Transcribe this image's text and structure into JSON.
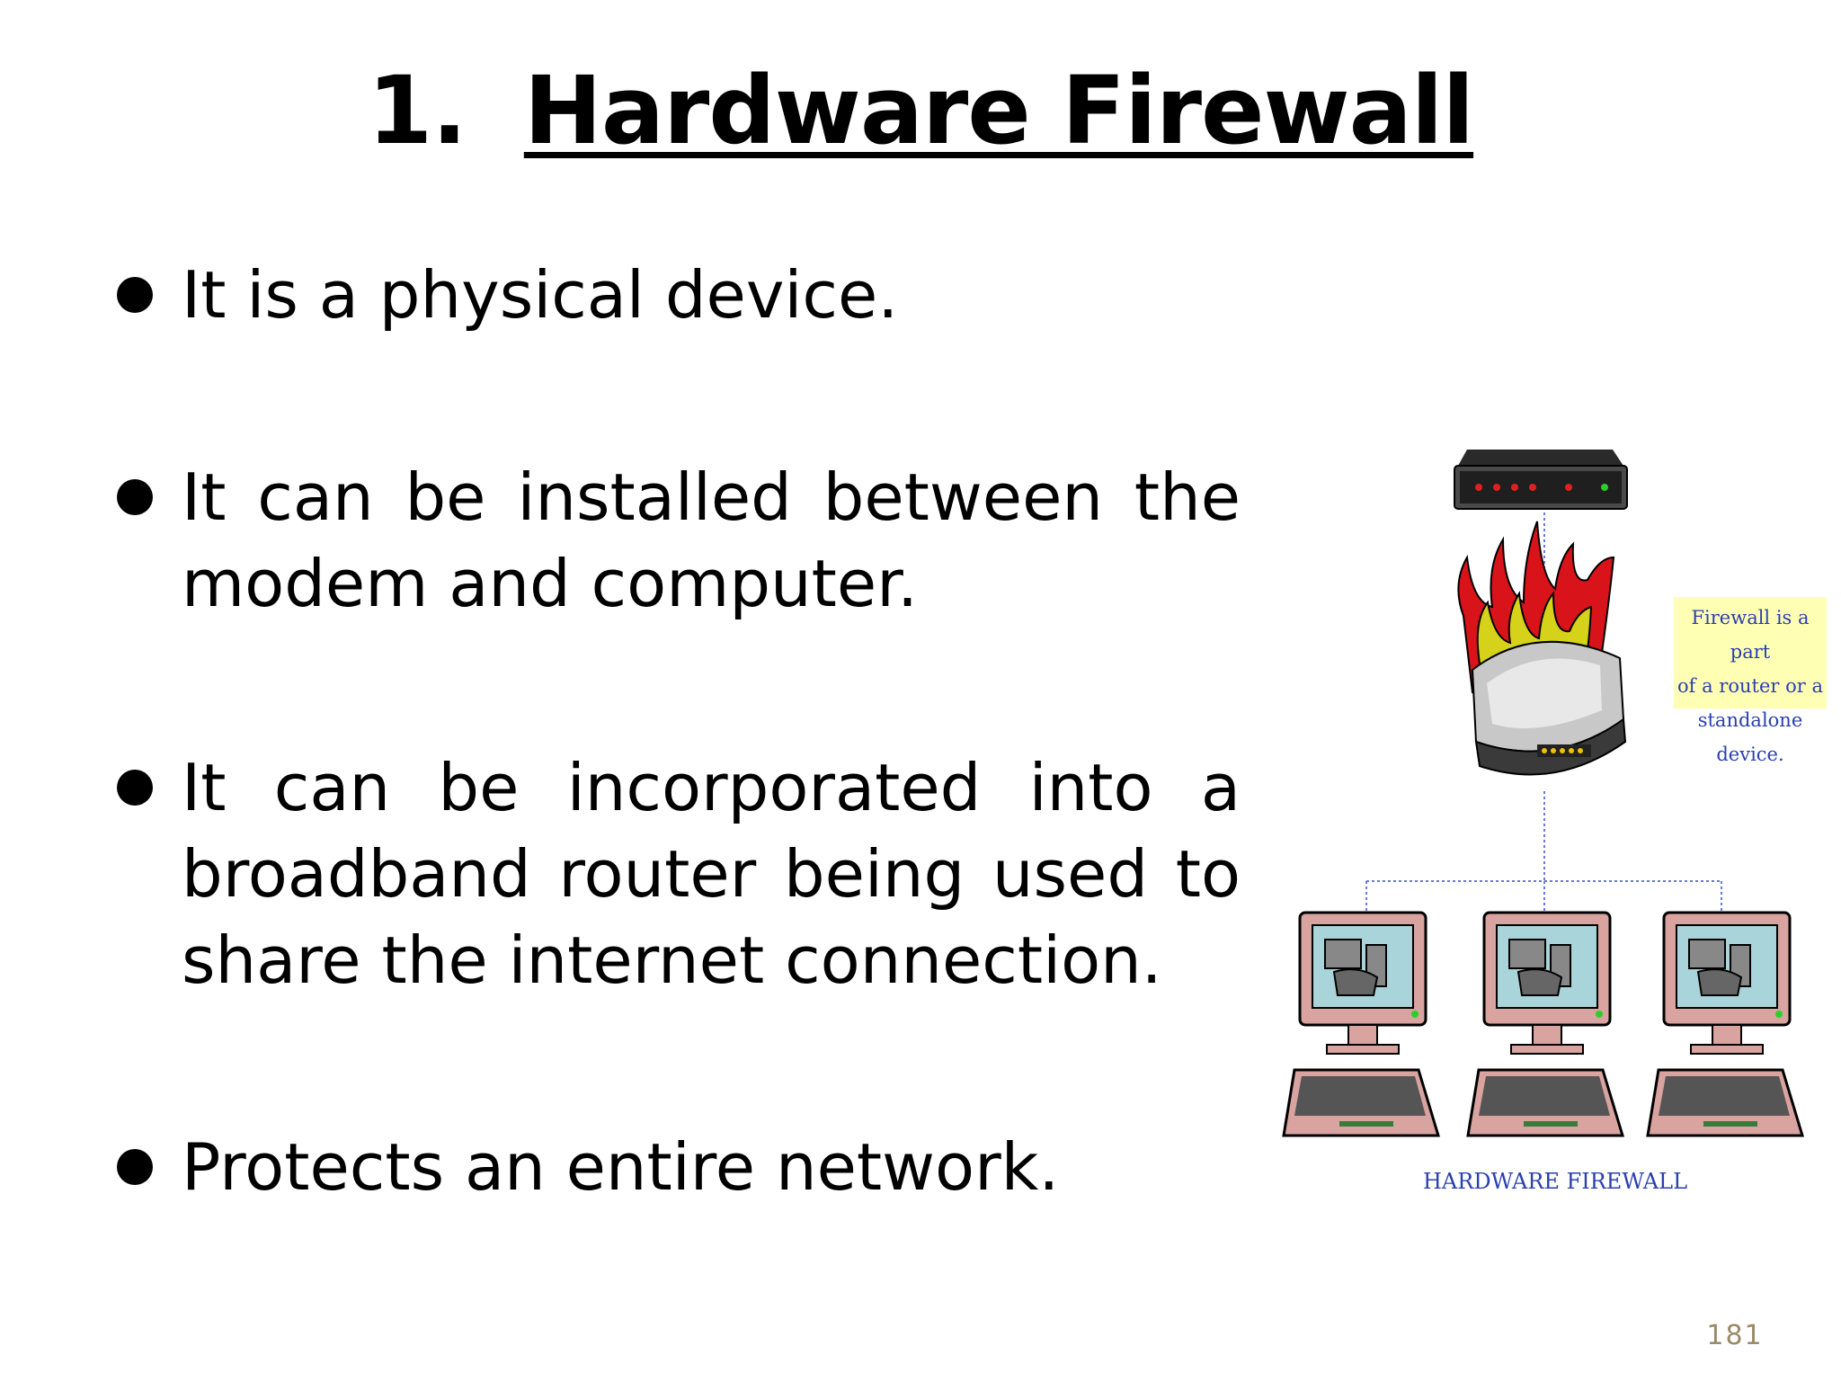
{
  "slide": {
    "title_number": "1.",
    "title_text": "Hardware Firewall",
    "bullets": [
      "It is a physical device.",
      "It can be installed between the modem and computer.",
      "It can be incorporated into a broadband router being used to share the internet connection.",
      "Protects an entire network."
    ],
    "page_number": "181"
  },
  "figure": {
    "callout_lines": [
      "Firewall is a part",
      "of a router or a",
      "standalone device."
    ],
    "caption": "HARDWARE FIREWALL",
    "colors": {
      "caption_text": "#2a3fb0",
      "callout_bg": "#ffffb3",
      "flame_red": "#d8141a",
      "flame_yellow": "#d6d21a",
      "monitor_pink": "#d9a3a0",
      "screen_blue": "#a9d4da",
      "link_line": "#6a78d8"
    }
  }
}
